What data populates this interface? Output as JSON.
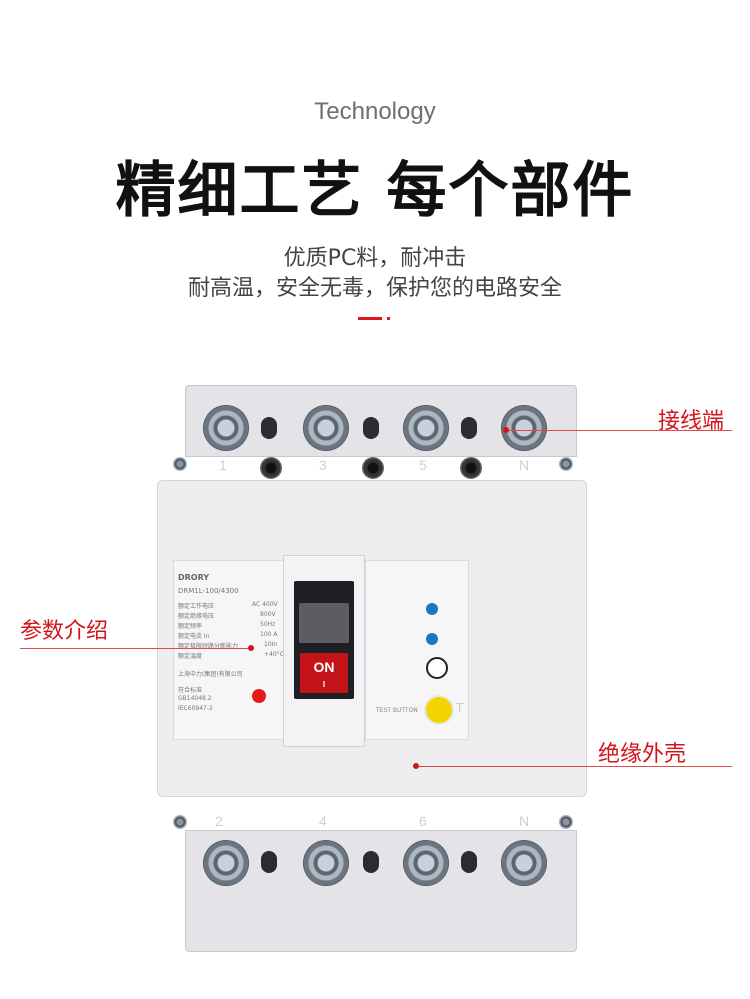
{
  "header": {
    "subtitle_en": "Technology",
    "title": "精细工艺 每个部件",
    "desc_line1": "优质PC料，耐冲击",
    "desc_line2": "耐高温，安全无毒，保护您的电路安全"
  },
  "callouts": {
    "terminal": "接线端",
    "params": "参数介绍",
    "shell": "绝缘外壳"
  },
  "breaker": {
    "top_numbers": [
      "1",
      "3",
      "5",
      "N"
    ],
    "bottom_numbers": [
      "2",
      "4",
      "6",
      "N"
    ],
    "brand": "DRORY",
    "model": "DRM1L-100/4300",
    "spec_lines": [
      "额定工作电压",
      "额定绝缘电压",
      "额定频率",
      "额定电流 In",
      "额定极限短路分断能力",
      "额定温度"
    ],
    "spec_values": [
      "AC 400V",
      "800V",
      "50Hz",
      "100 A",
      "10In",
      "+40°C"
    ],
    "manufacturer": "上海中力(集团)有限公司",
    "standard_label": "符合标准",
    "standards": [
      "GB14048.2",
      "IEC60947-2"
    ],
    "switch_label": "ON",
    "switch_sub": "I",
    "test_label": "TEST BUTTON",
    "test_mark": "T"
  },
  "colors": {
    "accent": "#e0151b",
    "on_switch": "#c4141a",
    "test_button": "#f2d500",
    "knob": "#1b76c9"
  }
}
